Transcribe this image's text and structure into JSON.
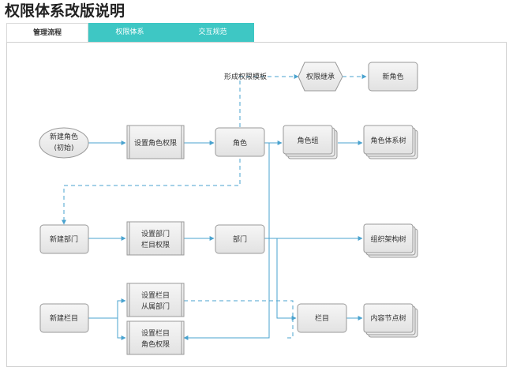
{
  "page": {
    "title": "权限体系改版说明"
  },
  "tabs": [
    {
      "label": "管理流程",
      "active": true
    },
    {
      "label": "权限体系",
      "active": false
    },
    {
      "label": "交互规范",
      "active": false
    }
  ],
  "colors": {
    "tab_accent": "#3ec7c4",
    "flow_line": "#4aa3cf",
    "node_fill": "#e6e6e6"
  },
  "diagram": {
    "start_node": {
      "line1": "新建角色",
      "line2": "(初始)"
    },
    "set_role_perm": "设置角色权限",
    "role": "角色",
    "role_group": "角色组",
    "role_tree": "角色体系树",
    "template_label": "形成权限模板",
    "inherit": "权限继承",
    "new_role": "新角色",
    "new_dept": "新建部门",
    "set_dept": {
      "line1": "设置部门",
      "line2": "栏目权限"
    },
    "dept": "部门",
    "org_tree": "组织架构树",
    "new_column": "新建栏目",
    "set_column_dept": {
      "line1": "设置栏目",
      "line2": "从属部门"
    },
    "set_column_role": {
      "line1": "设置栏目",
      "line2": "角色权限"
    },
    "column": "栏目",
    "content_tree": "内容节点树"
  }
}
